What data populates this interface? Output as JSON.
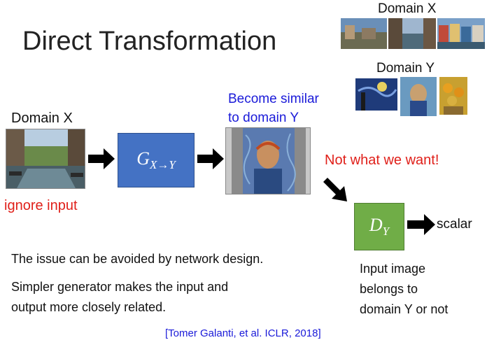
{
  "title": "Direct Transformation",
  "domain_x_top": "Domain X",
  "domain_y_top": "Domain Y",
  "domain_x_left": "Domain X",
  "ignore_input": "ignore input",
  "generator_label": {
    "base": "G",
    "sub": "X→Y"
  },
  "become_similar": [
    "Become similar",
    "to domain Y"
  ],
  "not_what_we_want": "Not what we want!",
  "discriminator_label": {
    "base": "D",
    "sub": "Y"
  },
  "scalar": "scalar",
  "issue_text": "The issue can be avoided by network design.",
  "simpler_text": [
    "Simpler generator makes the input and",
    "output more closely related."
  ],
  "input_belongs": [
    "Input image",
    "belongs to",
    "domain Y or not"
  ],
  "citation": "[Tomer Galanti, et al. ICLR, 2018]",
  "colors": {
    "generator": "#4472c4",
    "discriminator": "#70ad47",
    "red_text": "#e0201a",
    "blue_text": "#1a1ad9"
  }
}
